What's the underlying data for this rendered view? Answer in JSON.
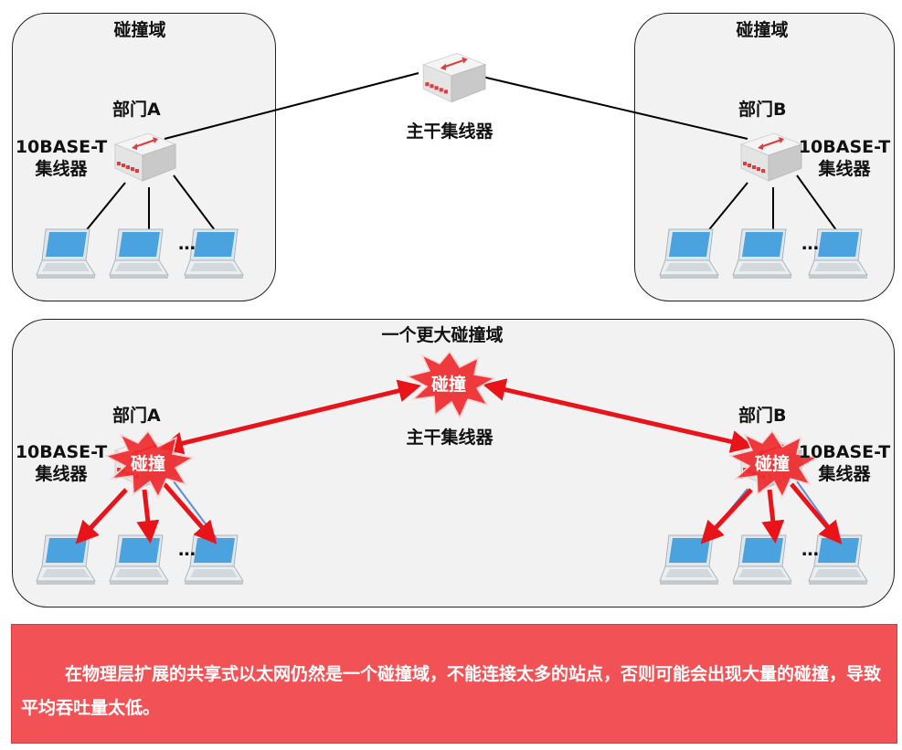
{
  "top_left": {
    "domain_label": "碰撞域",
    "dept_label": "部门A",
    "hub_type": "10BASE-T",
    "hub_name": "集线器",
    "ellipsis": "…"
  },
  "top_right": {
    "domain_label": "碰撞域",
    "dept_label": "部门B",
    "hub_type": "10BASE-T",
    "hub_name": "集线器",
    "ellipsis": "…"
  },
  "backbone_top": {
    "label": "主干集线器"
  },
  "bottom": {
    "domain_label": "一个更大碰撞域",
    "backbone_label": "主干集线器",
    "collision_label": "碰撞",
    "left": {
      "dept_label": "部门A",
      "hub_type": "10BASE-T",
      "hub_name": "集线器",
      "ellipsis": "…"
    },
    "right": {
      "dept_label": "部门B",
      "hub_type": "10BASE-T",
      "hub_name": "集线器",
      "ellipsis": "…"
    }
  },
  "note": {
    "text": "在物理层扩展的共享式以太网仍然是一个碰撞域，不能连接太多的站点，否则可能会出现大量的碰撞，导致平均吞吐量太低。"
  },
  "colors": {
    "box_fill": "#f2f2f2",
    "arrow_red": "#e8141a",
    "burst_red": "#ee2a2e",
    "note_bg": "#f25255",
    "laptop_screen": "#4aa3df",
    "hub_port": "#e23b3b"
  }
}
